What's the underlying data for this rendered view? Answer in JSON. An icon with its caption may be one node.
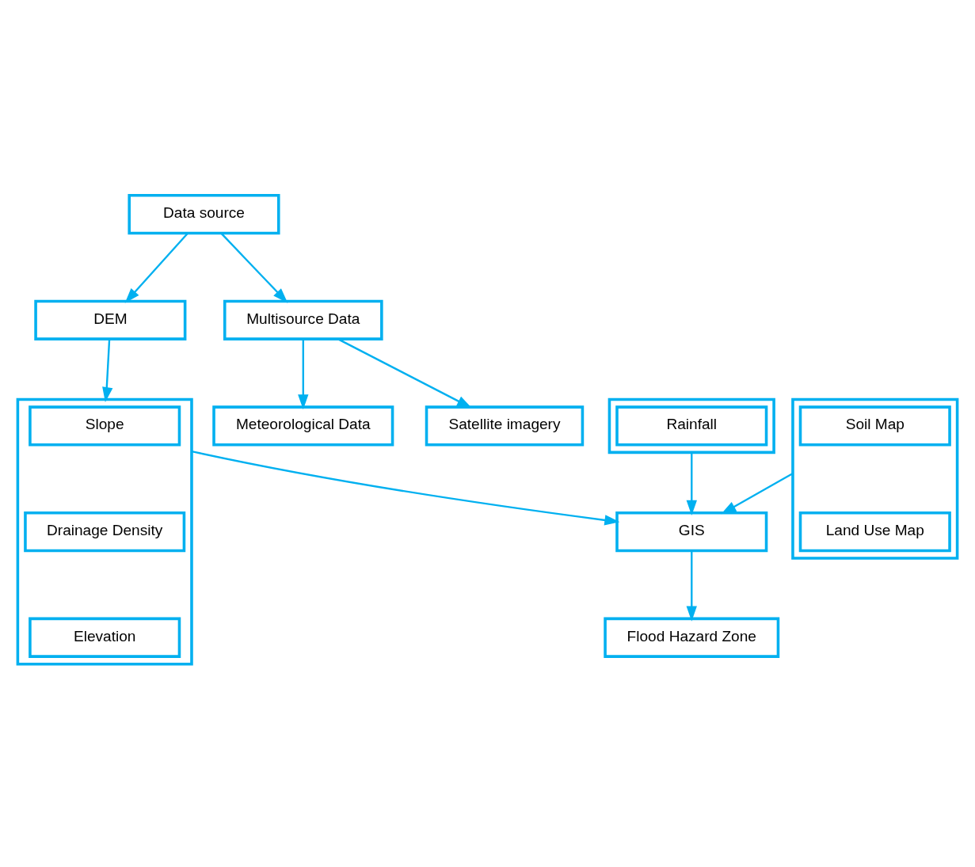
{
  "diagram": {
    "nodes": [
      {
        "text": [
          "Data source"
        ]
      },
      {
        "text": [
          "DEM"
        ]
      },
      {
        "text": [
          "Multisource Data"
        ]
      },
      {
        "text": [],
        "shape": "box"
      },
      {
        "text": [
          "Slope"
        ],
        "in": 3
      },
      {
        "text": [
          "Drainage Density"
        ],
        "in": 3
      },
      {
        "text": [
          "Elevation"
        ],
        "in": 3
      },
      {
        "text": [
          "Meteorological Data"
        ]
      },
      {
        "text": [],
        "shape": "box"
      },
      {
        "text": [
          "Rainfall"
        ],
        "in": 8
      },
      {
        "text": [
          "Satellite imagery"
        ]
      },
      {
        "text": [],
        "shape": "box"
      },
      {
        "text": [
          "Soil Map"
        ],
        "in": 11
      },
      {
        "text": [
          "Land Use Map"
        ],
        "in": 11
      },
      {
        "text": [
          "GIS"
        ]
      },
      {
        "text": [
          "Flood Hazard Zone"
        ]
      }
    ],
    "edges": [
      {
        "from": 0,
        "to": 1,
        "arrow": "to"
      },
      {
        "from": 0,
        "to": 2,
        "arrow": "to"
      },
      {
        "from": 1,
        "to": 3,
        "arrow": "to"
      },
      {
        "from": 2,
        "to": 7,
        "arrow": "to"
      },
      {
        "from": 2,
        "to": 10,
        "arrow": "to"
      },
      {
        "from": 3,
        "to": 14,
        "arrow": "to"
      },
      {
        "from": 8,
        "to": 14,
        "arrow": "to"
      },
      {
        "from": 11,
        "to": 14,
        "arrow": "to"
      },
      {
        "from": 14,
        "to": 15,
        "arrow": "to"
      }
    ]
  }
}
